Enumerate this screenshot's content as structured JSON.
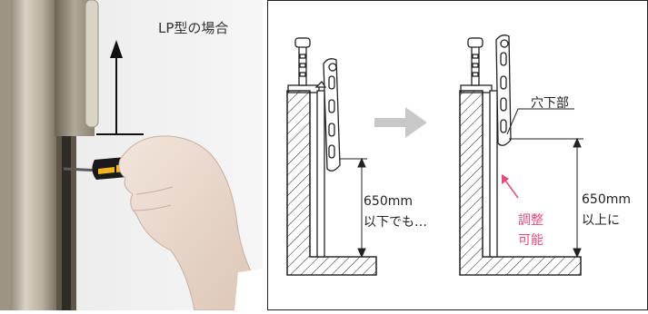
{
  "photo": {
    "title": "LP型の場合"
  },
  "diagram": {
    "hole_label": "穴下部",
    "left_distance": "650mm",
    "left_note": "以下でも…",
    "right_distance": "650mm",
    "right_note": "以上に",
    "adjust_line1": "調整",
    "adjust_line2": "可能",
    "colors": {
      "line": "#222222",
      "accent": "#e64b7a",
      "arrow": "#c8c8c8"
    }
  }
}
